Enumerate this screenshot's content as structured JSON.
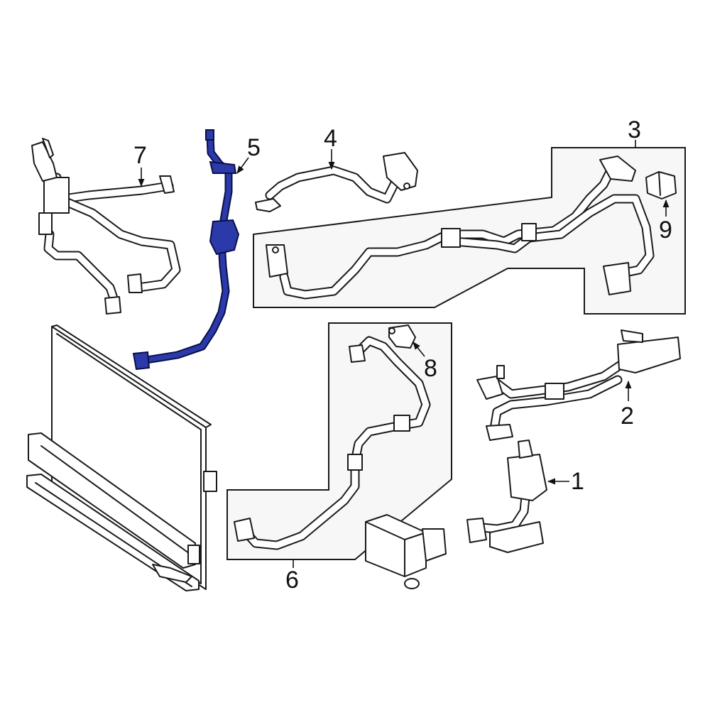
{
  "callouts": {
    "c1": "1",
    "c2": "2",
    "c3": "3",
    "c4": "4",
    "c5": "5",
    "c6": "6",
    "c7": "7",
    "c8": "8",
    "c9": "9"
  },
  "colors": {
    "highlight": "#2b3aa8",
    "line": "#1a1a1a",
    "box_fill": "#f7f7f7"
  }
}
